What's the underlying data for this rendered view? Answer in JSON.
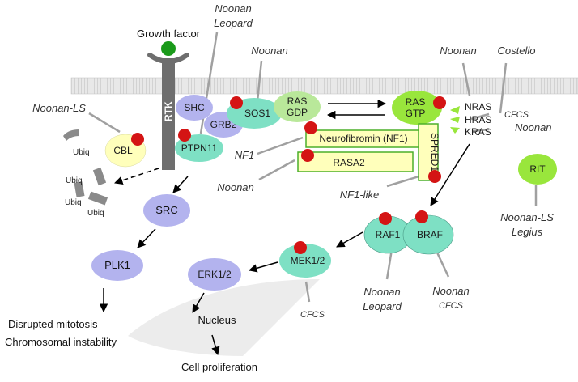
{
  "colors": {
    "membrane_fill": "#e6e6e6",
    "membrane_line": "#b8b8b8",
    "rtk": "#6e6e6e",
    "ligand": "#1a9a1a",
    "mutation_dot": "#d41414",
    "teal": "#7ee0c4",
    "lavender": "#b3b3ee",
    "light_green": "#b9e89a",
    "lime": "#99e63c",
    "pale_yellow": "#ffffbb",
    "box_border": "#4caf2a",
    "arrow": "#000000",
    "gray_line": "#9a9a9a",
    "text": "#222222"
  },
  "ligand": {
    "label": "Growth factor"
  },
  "receptor": {
    "label": "RTK"
  },
  "nodes": {
    "shc": "SHC",
    "grb2": "GRB2",
    "ptpn11": "PTPN11",
    "sos1": "SOS1",
    "ras_gdp_line1": "RAS",
    "ras_gdp_line2": "GDP",
    "ras_gtp_line1": "RAS",
    "ras_gtp_line2": "GTP",
    "nras": "NRAS",
    "hras": "HRAS",
    "kras": "KRAS",
    "cbl": "CBL",
    "src": "SRC",
    "plk1": "PLK1",
    "erk": "ERK1/2",
    "mek": "MEK1/2",
    "raf1": "RAF1",
    "braf": "BRAF",
    "rit": "RIT",
    "nucleus": "Nucleus"
  },
  "boxes": {
    "nf1": "Neurofibromin (NF1)",
    "rasa2": "RASA2",
    "spred1": "SPRED1"
  },
  "ubiq": [
    "Ubiq",
    "Ubiq",
    "Ubiq",
    "Ubiq"
  ],
  "syndromes": {
    "noonan_leopard_top_1": "Noonan",
    "noonan_leopard_top_2": "Leopard",
    "noonan_sos1": "Noonan",
    "noonan_ras": "Noonan",
    "costello": "Costello",
    "cfcs_kras": "CFCS",
    "noonan_kras": "Noonan",
    "noonan_ls_cbl": "Noonan-LS",
    "nf1": "NF1",
    "noonan_rasa2": "Noonan",
    "nf1_like": "NF1-like",
    "noonan_ls_rit": "Noonan-LS",
    "legius": "Legius",
    "noonan_raf": "Noonan",
    "leopard_raf": "Leopard",
    "noonan_braf": "Noonan",
    "cfcs_braf": "CFCS",
    "cfcs_mek": "CFCS"
  },
  "outcomes": {
    "mitosis": "Disrupted mitotosis",
    "instability": "Chromosomal instability",
    "proliferation": "Cell proliferation"
  }
}
